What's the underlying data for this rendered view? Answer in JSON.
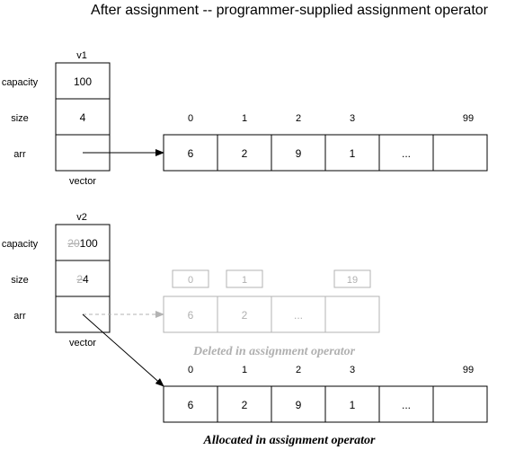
{
  "title": "After assignment -- programmer-supplied assignment operator",
  "v1": {
    "name": "v1",
    "fields": [
      "capacity",
      "size",
      "arr"
    ],
    "capacity": "100",
    "size": "4",
    "type_label": "vector"
  },
  "v2": {
    "name": "v2",
    "fields": [
      "capacity",
      "size",
      "arr"
    ],
    "capacity_old": "20",
    "capacity_new": "100",
    "size_old": "2",
    "size_new": "4",
    "type_label": "vector"
  },
  "array_top": {
    "indices": [
      "0",
      "1",
      "2",
      "3",
      "99"
    ],
    "values": [
      "6",
      "2",
      "9",
      "1",
      "...",
      ""
    ]
  },
  "array_deleted": {
    "indices": [
      "0",
      "1",
      "19"
    ],
    "values": [
      "6",
      "2",
      "...",
      ""
    ],
    "caption": "Deleted in assignment operator"
  },
  "array_new": {
    "indices": [
      "0",
      "1",
      "2",
      "3",
      "99"
    ],
    "values": [
      "6",
      "2",
      "9",
      "1",
      "...",
      ""
    ],
    "caption": "Allocated in assignment operator"
  },
  "colors": {
    "ink": "#000000",
    "faded": "#b0b0b0"
  }
}
